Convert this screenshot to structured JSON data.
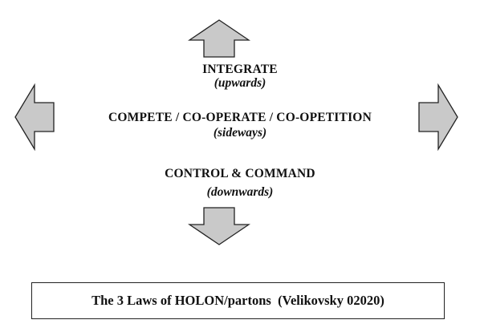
{
  "diagram": {
    "up": {
      "title": "INTEGRATE",
      "direction": "(upwards)"
    },
    "sideways": {
      "title": "COMPETE / CO-OPERATE / CO-OPETITION",
      "direction": "(sideways)"
    },
    "down": {
      "title": "CONTROL & COMMAND",
      "direction": "(downwards)"
    },
    "caption": "The 3 Laws of HOLON/partons  (Velikovsky 02020)",
    "arrow_fill": "#c9c9c9",
    "arrow_stroke": "#222222",
    "arrows": [
      "arrow-up-icon",
      "arrow-left-icon",
      "arrow-right-icon",
      "arrow-down-icon"
    ]
  }
}
